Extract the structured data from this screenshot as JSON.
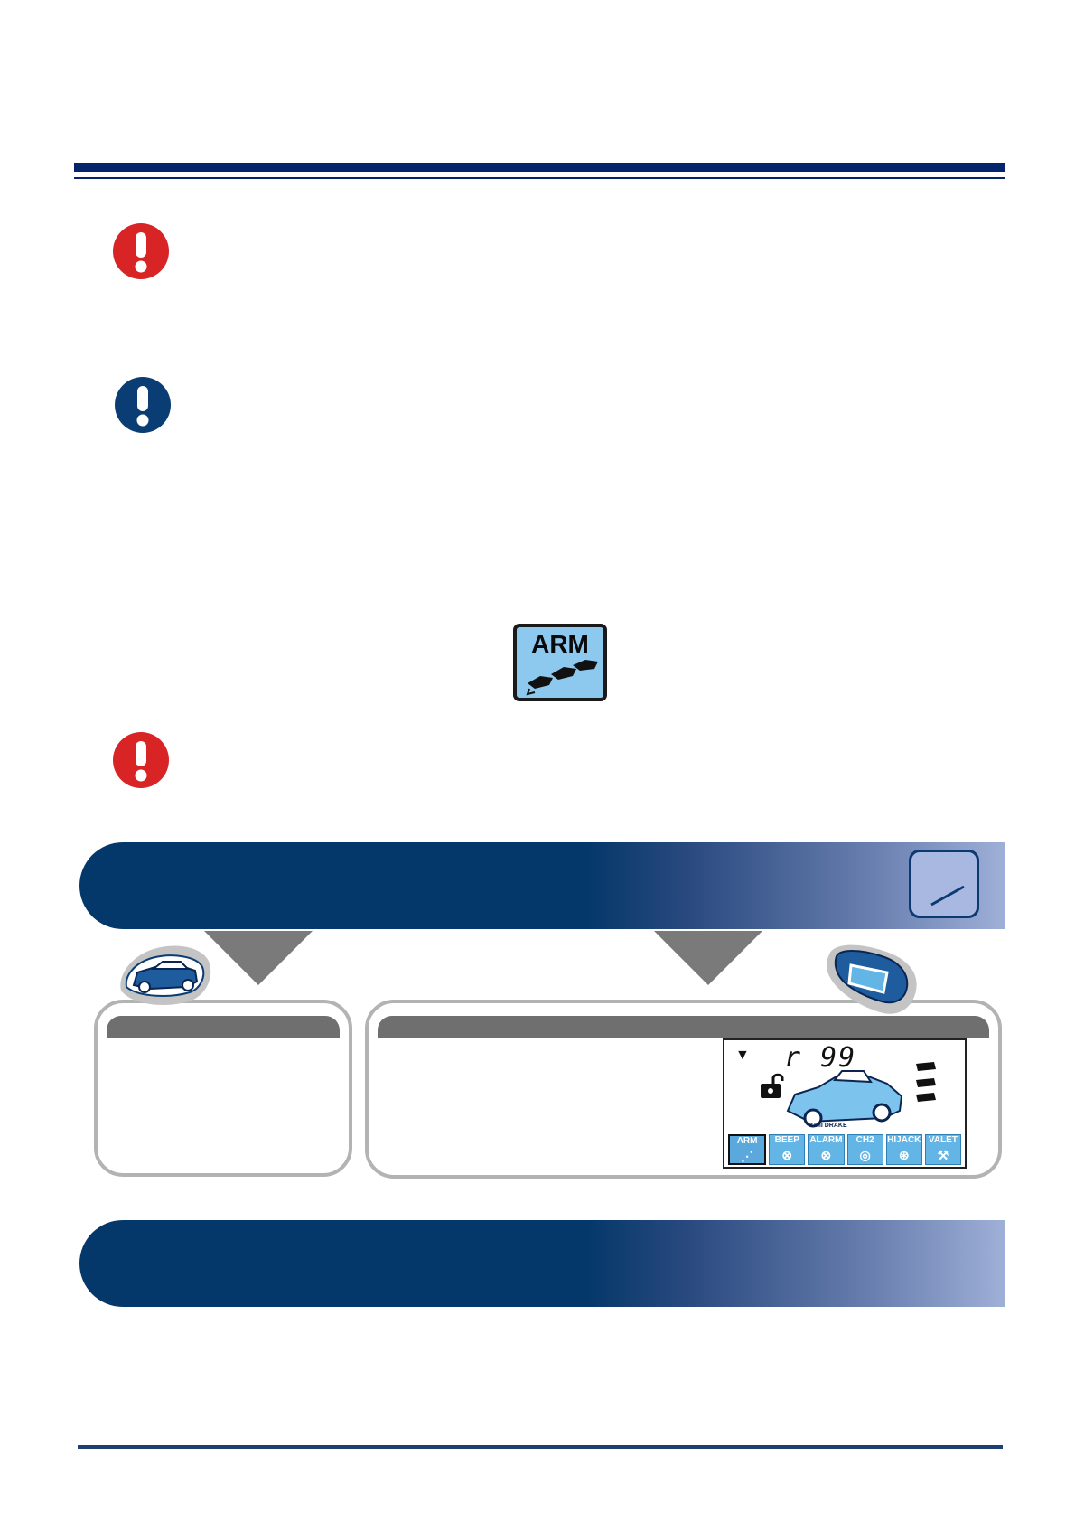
{
  "header": {},
  "arm_icon": {
    "label": "ARM"
  },
  "remote_display": {
    "signal_glyph": "▼",
    "digits": "r 99",
    "car_plate": "KIMI DRAKE",
    "tiles": [
      {
        "label": "ARM",
        "icon": "key-icon",
        "glyph": "⋰"
      },
      {
        "label": "BEEP",
        "icon": "beep-off-icon",
        "glyph": "⊗"
      },
      {
        "label": "ALARM",
        "icon": "alarm-off-icon",
        "glyph": "⊗"
      },
      {
        "label": "CH2",
        "icon": "channel-icon",
        "glyph": "◎"
      },
      {
        "label": "HIJACK",
        "icon": "steering-wheel-icon",
        "glyph": "⊛"
      },
      {
        "label": "VALET",
        "icon": "wrench-icon",
        "glyph": "⚒"
      }
    ]
  },
  "colors": {
    "navy": "#06246b",
    "banner": "#05386a",
    "warning_red": "#d92426",
    "info_blue": "#0a3d73",
    "lcd_blue": "#63b5e6",
    "panel_grey": "#b3b3b3"
  }
}
